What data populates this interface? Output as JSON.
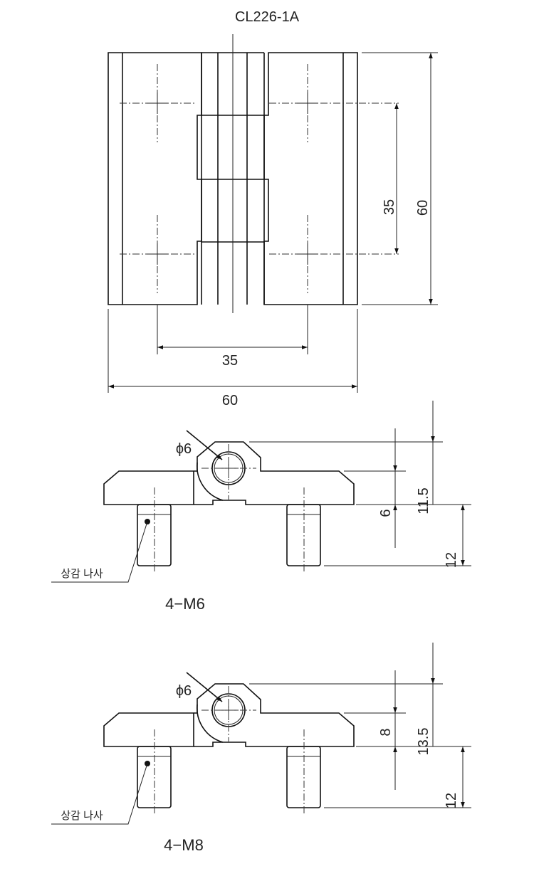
{
  "title": "CL226-1A",
  "top_view": {
    "dim_hole_spacing_v": "35",
    "dim_height": "60",
    "dim_hole_spacing_h": "35",
    "dim_width": "60"
  },
  "side_view_m6": {
    "diameter": "ϕ6",
    "dim_axis_to_plate": "6",
    "dim_total": "11.5",
    "dim_pin": "12",
    "insert_label": "상감 나사",
    "thread_label": "4−M6"
  },
  "side_view_m8": {
    "diameter": "ϕ6",
    "dim_axis_to_plate": "8",
    "dim_total": "13.5",
    "dim_pin": "12",
    "insert_label": "상감 나사",
    "thread_label": "4−M8"
  }
}
